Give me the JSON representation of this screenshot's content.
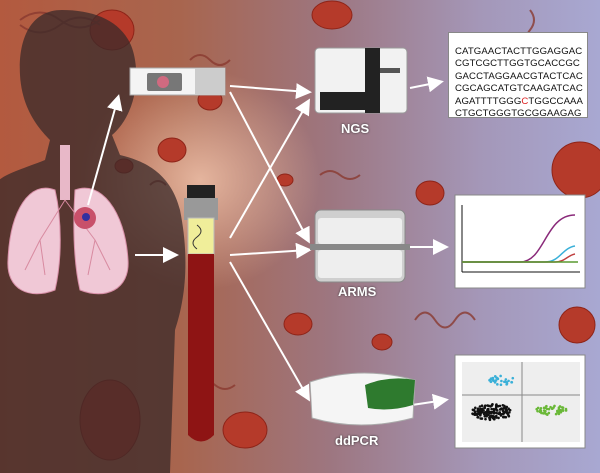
{
  "labels": {
    "ngs": "NGS",
    "arms": "ARMS",
    "ddpcr": "ddPCR"
  },
  "sequence": {
    "lines": [
      "CATGAACTACTTGGAGGAC",
      "CGTCGCTTGGTGCACCGC",
      "GACCTAGGAACGTACTCAC",
      "CGCAGCATGTCAAGATCAC"
    ],
    "mutation_line": {
      "before": "AGATTTTGGG",
      "mutation": "C",
      "after": "TGGCCAAA"
    },
    "last_line": "CTGCTGGGTGCGGAAGAG"
  },
  "colors": {
    "mutation": "#d22222",
    "blood": "#8e1414",
    "curve_purple": "#8a2a7a",
    "curve_cyan": "#3ab0d8",
    "curve_green": "#5a9a30",
    "cluster_cyan": "#3ab0d8",
    "cluster_black": "#111111",
    "cluster_green": "#6ab838"
  }
}
